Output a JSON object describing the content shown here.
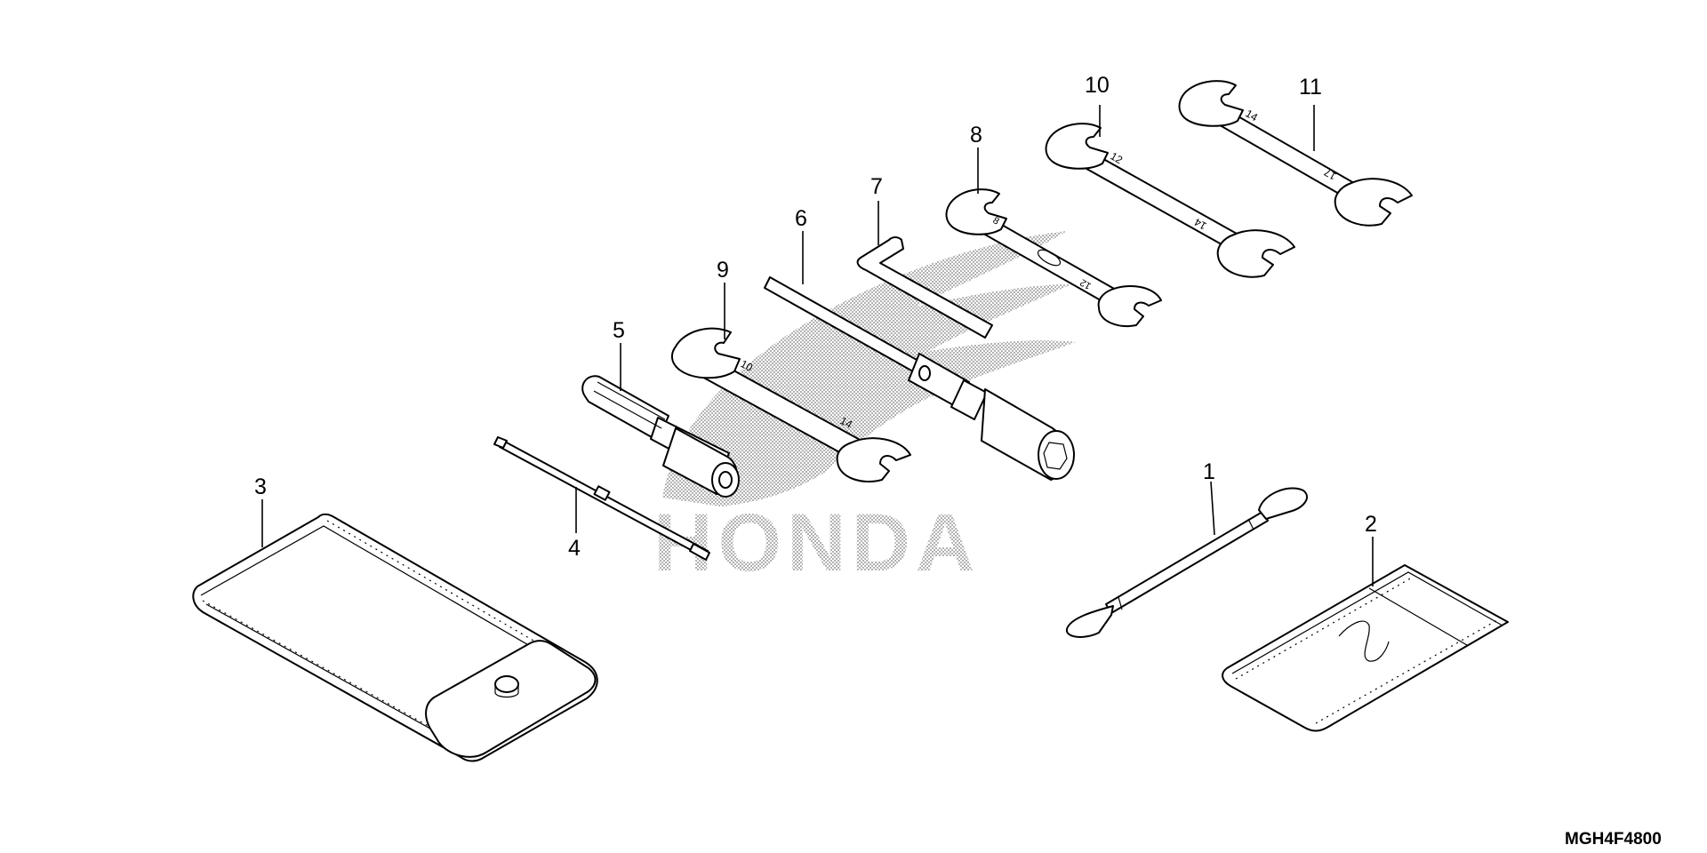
{
  "diagram": {
    "callouts": [
      "1",
      "2",
      "3",
      "4",
      "5",
      "6",
      "7",
      "8",
      "9",
      "10",
      "11"
    ],
    "wrench_sizes": {
      "w8_small": "8",
      "w8_large": "12",
      "w9_small": "10",
      "w9_large": "14",
      "w10_small": "12",
      "w10_large": "14",
      "w11_small": "14",
      "w11_large": "17"
    },
    "watermark": "HONDA",
    "code": "MGH4F4800"
  }
}
